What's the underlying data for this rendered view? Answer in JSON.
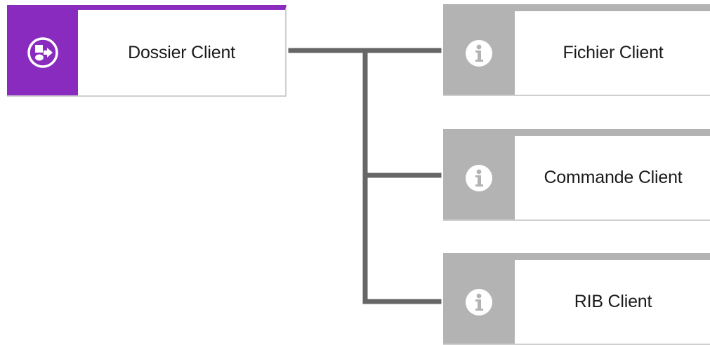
{
  "diagram": {
    "root": {
      "label": "Dossier Client",
      "icon": "workflow-icon",
      "accent_color": "#8a2bbf"
    },
    "children": [
      {
        "label": "Fichier Client",
        "icon": "info-icon"
      },
      {
        "label": "Commande Client",
        "icon": "info-icon"
      },
      {
        "label": "RIB Client",
        "icon": "info-icon"
      }
    ],
    "child_header_color": "#b3b3b3",
    "connector_color": "#666666"
  }
}
